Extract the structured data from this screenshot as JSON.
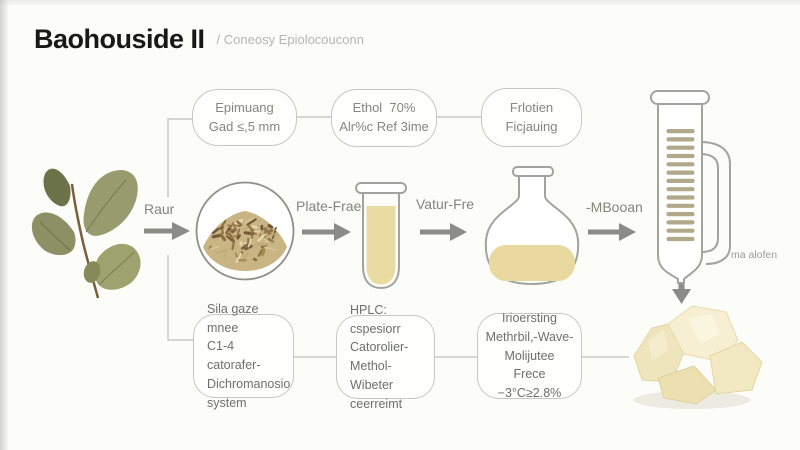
{
  "header": {
    "title": "Baohouside II",
    "subtitle": "/ Coneosy Epiolocouconn"
  },
  "top_boxes": [
    {
      "lines": [
        "Epimuang",
        "Gad ≤,5 mm"
      ]
    },
    {
      "lines": [
        "Ethol  70%",
        "Alr%c Ref 3ime"
      ]
    },
    {
      "lines": [
        "Frlotien",
        "Ficjauing"
      ]
    }
  ],
  "bottom_boxes": [
    {
      "lines": [
        "Sila gaze mnee",
        "C1-4 catorafer-",
        "Dichromanosio",
        "system"
      ]
    },
    {
      "lines": [
        "HPLC: cspesiorr",
        "Catorolier-",
        "Methol-Wibeter",
        "ceerreimt"
      ]
    },
    {
      "lines": [
        "Irioersting",
        "Methrbil,-Wave-",
        "Molijutee",
        "Frece −3°C≥2.8%"
      ]
    }
  ],
  "flow": {
    "raw_material_label": "Raur",
    "extract_label": "Plate-Frae",
    "concentrate_label": "Vatur-Fre",
    "column_feed_label": "-MBooan",
    "column_note": "ma alofen"
  },
  "illustrations": [
    "fresh-leaf-branch",
    "dried-herb-in-circle",
    "test-tube-with-yellow-extract",
    "flask-with-yellow-extract",
    "chromatography-column",
    "pale-yellow-crystal-product"
  ],
  "colors": {
    "title_text": "#181818",
    "muted_text": "#85877f",
    "box_border": "#c7c7c2",
    "connector": "#c9c9c3",
    "arrow": "#8c8c86",
    "liquid": "#e9dba2",
    "herb_pile": "#c9b584",
    "column_stripe": "#b2a88a",
    "leaf_green": "#8c9164",
    "crystal": "#f4ecca"
  }
}
